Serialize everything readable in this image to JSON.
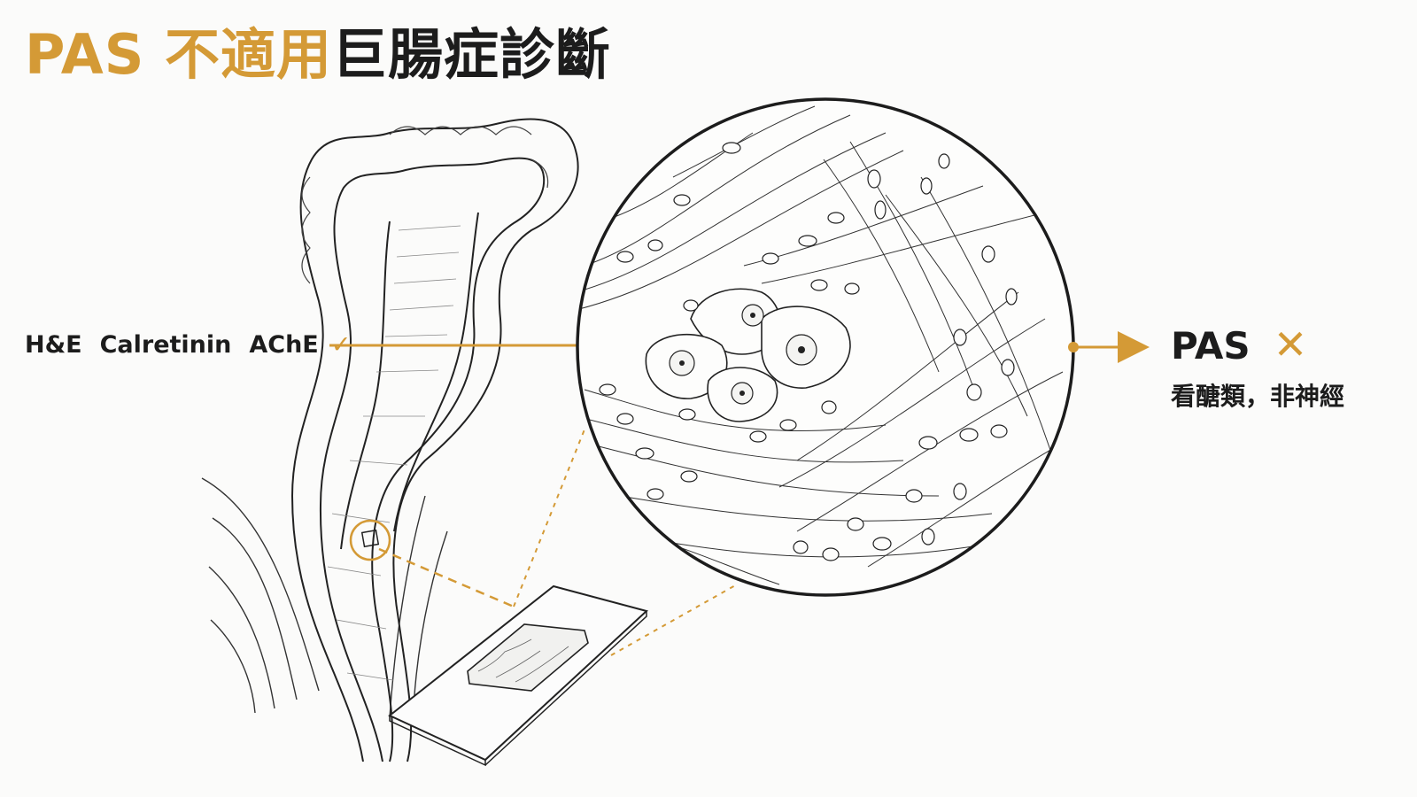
{
  "title": {
    "accent": "PAS 不適用",
    "rest": "巨腸症診斷"
  },
  "stains": {
    "he": "H&E",
    "calretinin": "Calretinin",
    "ache": "AChE",
    "check": "✓"
  },
  "pas": {
    "label": "PAS",
    "cross": "✕",
    "note": "看醣類，非神經"
  },
  "colors": {
    "accent": "#d49a36",
    "ink": "#1c1c1c",
    "background": "#fbfbfa"
  }
}
